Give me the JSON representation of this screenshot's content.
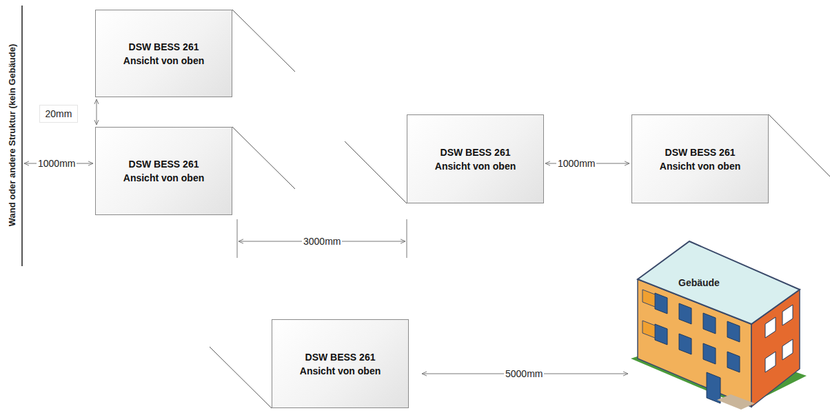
{
  "diagram": {
    "nodes": [
      {
        "text": [
          "DSW BESS 261 Ansicht von oben"
        ]
      },
      {
        "text": [
          "DSW BESS 261 Ansicht von oben"
        ]
      },
      {
        "text": [
          "DSW BESS 261 Ansicht von oben"
        ]
      },
      {
        "text": [
          "DSW BESS 261 Ansicht von oben"
        ]
      },
      {
        "text": [
          "DSW BESS 261 Ansicht von oben"
        ]
      }
    ],
    "labels": [
      "Wand oder andere Struktur (kein Gebäude)",
      "20mm",
      "1000mm",
      "3000mm",
      "1000mm",
      "5000mm",
      "Gebäude"
    ]
  }
}
